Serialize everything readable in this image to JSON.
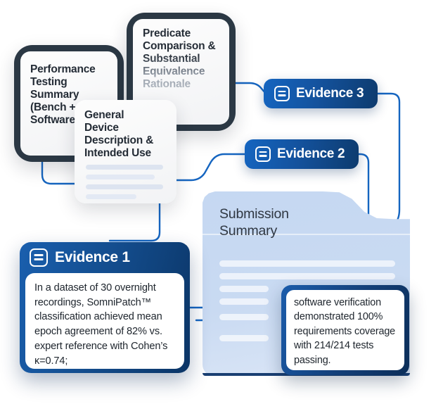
{
  "documents": [
    {
      "id": "performance-testing",
      "title": "Performance\nTesting\nSummary\n(Bench +\nSoftware"
    },
    {
      "id": "predicate-comparison",
      "title": "Predicate\nComparison &\nSubstantial\nEquivalence\nRationale"
    },
    {
      "id": "general-device",
      "title": "General\nDevice\nDescription &\nIntended Use"
    }
  ],
  "badges": [
    {
      "id": "evidence-3",
      "label": "Evidence 3",
      "icon": "document-lines-icon"
    },
    {
      "id": "evidence-2",
      "label": "Evidence 2",
      "icon": "document-lines-icon"
    }
  ],
  "evidence1": {
    "label": "Evidence 1",
    "icon": "document-lines-icon",
    "body": "In a dataset of 30 overnight recordings, SomniPatch™ classification achieved mean epoch agreement of 82% vs. expert reference with Cohen’s κ=0.74;"
  },
  "submission": {
    "title": "Submission\nSummary"
  },
  "tooltip": {
    "body": "software verification demonstrated 100% requirements coverage with 214/214 tests passing."
  },
  "colors": {
    "accent_blue": "#1565c0",
    "deep_navy": "#0b3566",
    "card_dark": "#2b3844",
    "doc_light_blue": "#c5d8f2",
    "text_dark": "#242c36",
    "text_muted": "#9aa2ad"
  }
}
